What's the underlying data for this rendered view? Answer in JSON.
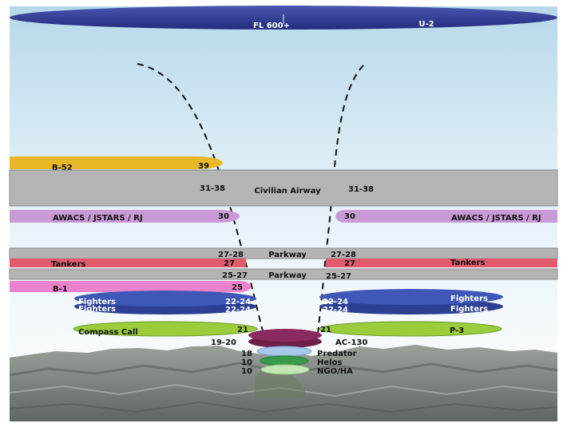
{
  "top_band": {
    "label": "FL 600+",
    "aircraft": "U-2"
  },
  "civilian_airway": {
    "label": "Civilian Airway",
    "alt_left": "31-38",
    "alt_right": "31-38"
  },
  "b52": {
    "label": "B-52",
    "alt": "39"
  },
  "awacs": {
    "label_left": "AWACS / JSTARS / RJ",
    "label_right": "AWACS / JSTARS / RJ",
    "alt_left": "30",
    "alt_right": "30"
  },
  "parkway_upper": {
    "label": "Parkway",
    "alt_left": "27-28",
    "alt_right": "27-28"
  },
  "tankers": {
    "label_left": "Tankers",
    "label_right": "Tankers",
    "alt_left": "27",
    "alt_right": "27"
  },
  "parkway_lower": {
    "label": "Parkway",
    "alt_left": "25-27",
    "alt_right": "25-27"
  },
  "b1": {
    "label": "B-1",
    "alt": "25"
  },
  "fighters": {
    "left_label_1": "Fighters",
    "left_label_2": "Fighters",
    "right_label_1": "Fighters",
    "right_label_2": "Fighters",
    "left_alt_1": "22-24",
    "left_alt_2": "22-24",
    "right_alt_1": "22-24",
    "right_alt_2": "22-24"
  },
  "compass_call": {
    "label": "Compass Call",
    "alt": "21"
  },
  "p3": {
    "label": "P-3",
    "alt": "21"
  },
  "ac130": {
    "label": "AC-130",
    "alt": "19-20"
  },
  "predator": {
    "label": "Predator",
    "alt": "18"
  },
  "helos": {
    "label": "Helos",
    "alt": "10"
  },
  "ngo_ha": {
    "label": "NGO/HA",
    "alt": "10"
  },
  "colors": {
    "sky_top": "#b7d8ea",
    "sky_bottom": "#ffffff",
    "fl600": "#2e3a93",
    "b52": "#e8b828",
    "gray_band": "#b4b4b4",
    "awacs": "#c99ad6",
    "tankers": "#e25a6c",
    "b1": "#ec82cc",
    "fighters": "#3f57b6",
    "green": "#9acc3c",
    "ac130": "#8a2a5e",
    "predator": "#a9c8ea",
    "helos": "#3a9a4c",
    "ngo": "#c4e6b4"
  }
}
